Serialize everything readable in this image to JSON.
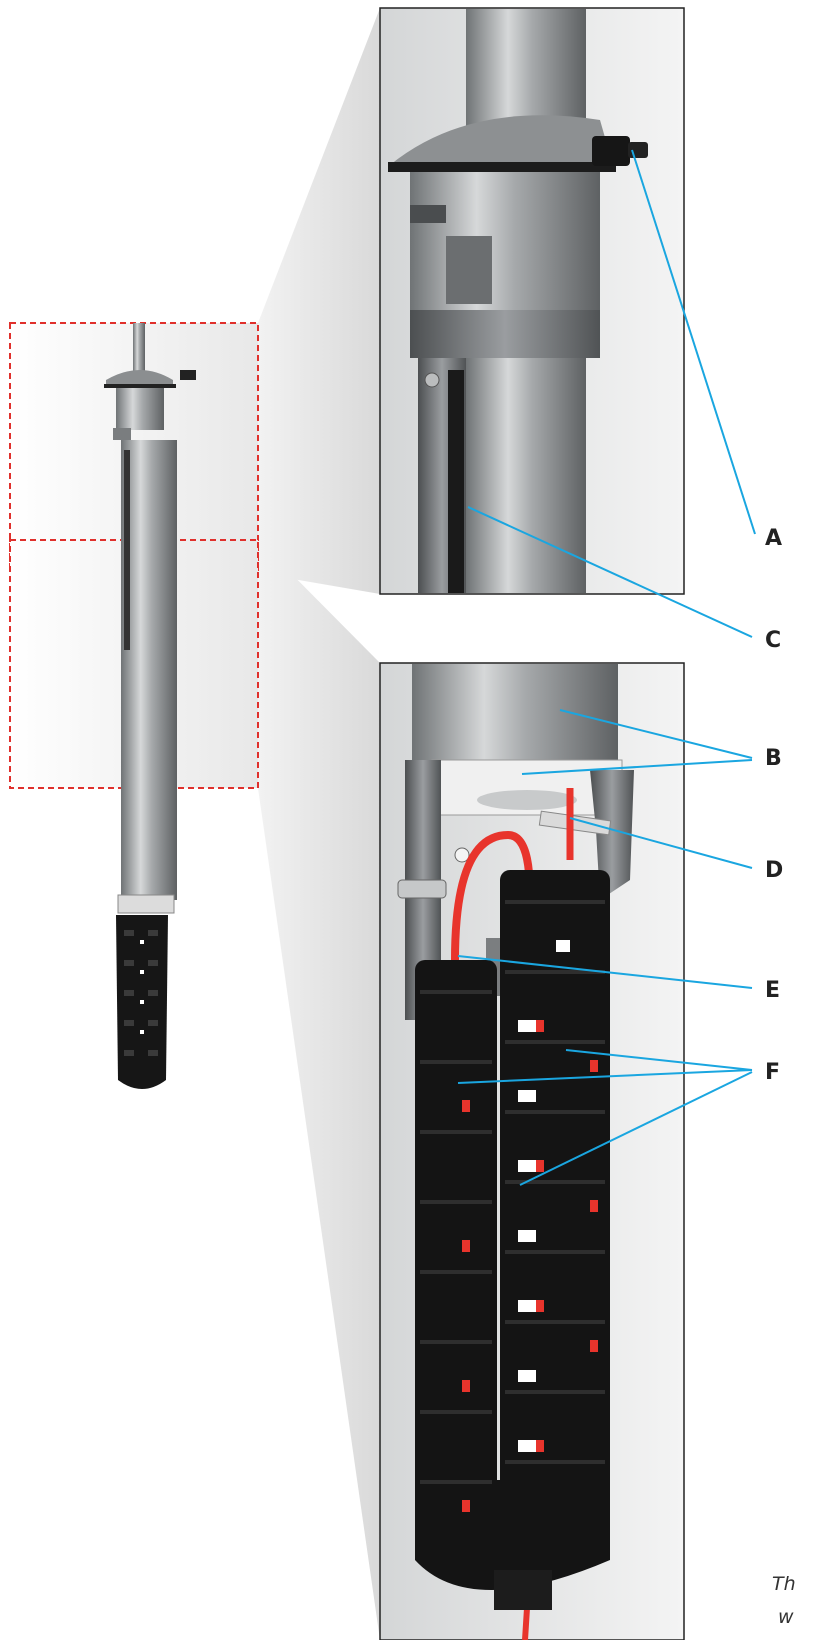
{
  "callouts": {
    "a": "A",
    "b": "B",
    "c": "C",
    "d": "D",
    "e": "E",
    "f": "F"
  },
  "caption": {
    "line1": "Th",
    "line2": "w"
  },
  "colors": {
    "leader_line": "#1aa6e0",
    "detail_box_dash": "#e0302c",
    "cable": "#e8342c",
    "drag_chain": "#141414",
    "steel": "#a9acae"
  },
  "icons": {
    "overview": "linear-actuator-assembly",
    "detail_top": "shaft-clamp-collar",
    "detail_bottom": "cable-drag-chain"
  }
}
